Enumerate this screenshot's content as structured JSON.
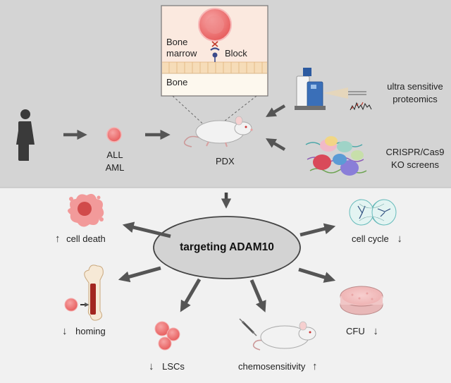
{
  "inset": {
    "bone_marrow_label": "Bone\nmarrow",
    "block_label": "Block",
    "bone_label": "Bone"
  },
  "workflow": {
    "leukemia_label": "ALL\nAML",
    "pdx_label": "PDX",
    "proteomics_label": "ultra sensitive\nproteomics",
    "crispr_label": "CRISPR/Cas9\nKO screens"
  },
  "center": {
    "label": "targeting ADAM10"
  },
  "outcomes": {
    "cell_death": {
      "label": "cell death",
      "direction": "↑"
    },
    "cell_cycle": {
      "label": "cell cycle",
      "direction": "↓"
    },
    "homing": {
      "label": "homing",
      "direction": "↓"
    },
    "cfu": {
      "label": "CFU",
      "direction": "↓"
    },
    "lscs": {
      "label": "LSCs",
      "direction": "↓"
    },
    "chemosensitivity": {
      "label": "chemosensitivity",
      "direction": "↑"
    }
  },
  "colors": {
    "top_panel": "#d4d4d4",
    "bottom_panel": "#f1f1f1",
    "ellipse": "#d3d3d3",
    "cell": "#ec6b6b",
    "arrow": "#555555"
  }
}
